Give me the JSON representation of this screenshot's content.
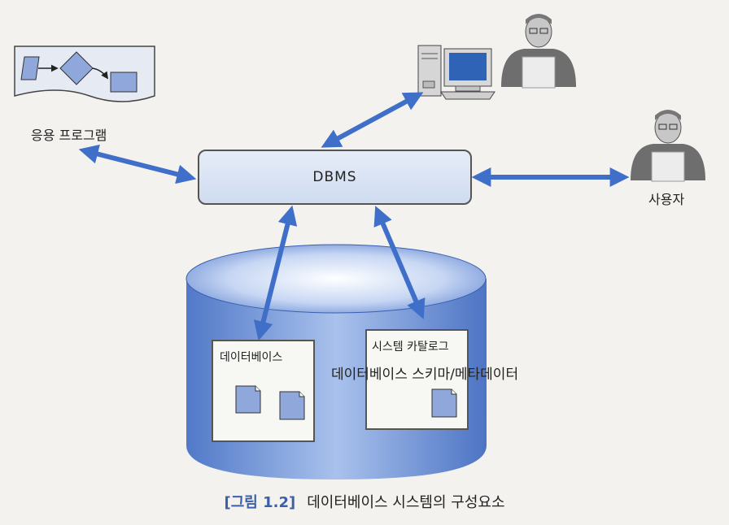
{
  "nodes": {
    "app_program": "응용 프로그램",
    "dbms": "DBMS",
    "user": "사용자",
    "database": "데이터베이스",
    "system_catalog": "시스템 카탈로그",
    "catalog_contents": "데이터베이스 스키마/메타데이터"
  },
  "caption": {
    "figure_number": "[그림 1.2]",
    "title": "데이터베이스 시스템의 구성요소"
  },
  "colors": {
    "arrow": "#3f6fc9",
    "cylinder": "#5b83d3",
    "dbms_fill": "#d6e1f3"
  },
  "icons": [
    "flowchart-icon",
    "computer-terminal-icon",
    "person-icon",
    "document-icon"
  ]
}
